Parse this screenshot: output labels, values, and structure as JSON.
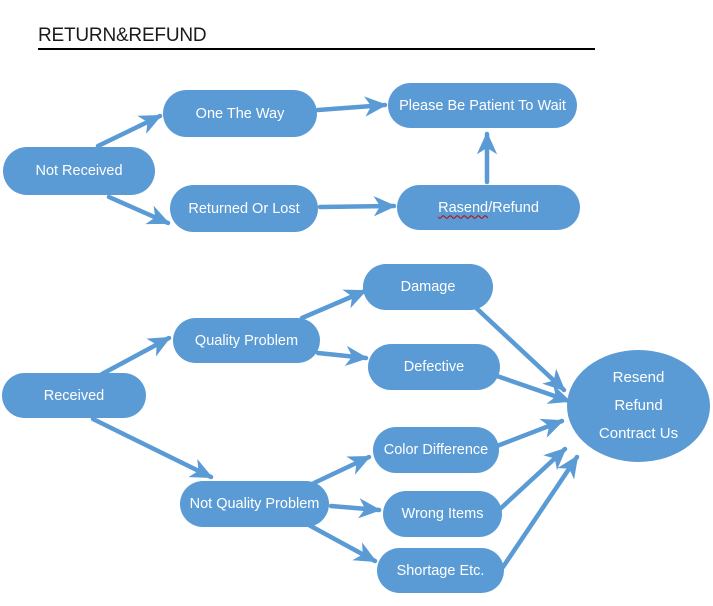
{
  "title": "RETURN&REFUND",
  "colors": {
    "node_fill": "#5B9BD5",
    "node_text": "#FFFFFF",
    "title_text": "#1B1B1B",
    "title_underline": "#000000",
    "spellcheck_squiggle": "#C00000",
    "background": "#FFFFFF"
  },
  "nodes": {
    "not_received": {
      "label": "Not Received"
    },
    "one_the_way": {
      "label": "One The Way"
    },
    "please_wait": {
      "label": "Please Be Patient To Wait"
    },
    "returned_or_lost": {
      "label": "Returned Or Lost"
    },
    "rasend_refund": {
      "label": "Rasend/Refund",
      "part1": "Rasend",
      "part2": "/Refund"
    },
    "received": {
      "label": "Received"
    },
    "quality_problem": {
      "label": "Quality Problem"
    },
    "damage": {
      "label": "Damage"
    },
    "defective": {
      "label": "Defective"
    },
    "not_quality_problem": {
      "label": "Not Quality Problem"
    },
    "color_difference": {
      "label": "Color Difference"
    },
    "wrong_items": {
      "label": "Wrong Items"
    },
    "shortage_etc": {
      "label": "Shortage Etc."
    },
    "resolution": {
      "lines": [
        "Resend",
        "Refund",
        "Contract Us"
      ]
    }
  },
  "edges": [
    {
      "from": "not_received",
      "to": "one_the_way"
    },
    {
      "from": "not_received",
      "to": "returned_or_lost"
    },
    {
      "from": "one_the_way",
      "to": "please_wait"
    },
    {
      "from": "returned_or_lost",
      "to": "rasend_refund"
    },
    {
      "from": "rasend_refund",
      "to": "please_wait"
    },
    {
      "from": "received",
      "to": "quality_problem"
    },
    {
      "from": "received",
      "to": "not_quality_problem"
    },
    {
      "from": "quality_problem",
      "to": "damage"
    },
    {
      "from": "quality_problem",
      "to": "defective"
    },
    {
      "from": "damage",
      "to": "resolution"
    },
    {
      "from": "defective",
      "to": "resolution"
    },
    {
      "from": "not_quality_problem",
      "to": "color_difference"
    },
    {
      "from": "not_quality_problem",
      "to": "wrong_items"
    },
    {
      "from": "not_quality_problem",
      "to": "shortage_etc"
    },
    {
      "from": "color_difference",
      "to": "resolution"
    },
    {
      "from": "wrong_items",
      "to": "resolution"
    },
    {
      "from": "shortage_etc",
      "to": "resolution"
    }
  ]
}
